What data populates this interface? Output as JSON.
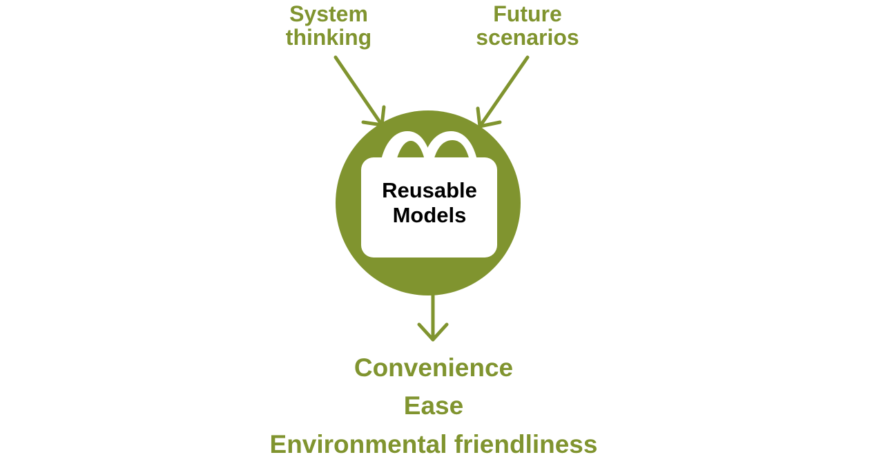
{
  "colors": {
    "accent": "#80942f",
    "bag": "#ffffff",
    "text_dark": "#000000"
  },
  "inputs": [
    {
      "line1": "System",
      "line2": "thinking"
    },
    {
      "line1": "Future",
      "line2": "scenarios"
    }
  ],
  "center": {
    "icon": "bag-icon",
    "line1": "Reusable",
    "line2": "Models"
  },
  "outcomes": [
    "Convenience",
    "Ease",
    "Environmental friendliness"
  ]
}
